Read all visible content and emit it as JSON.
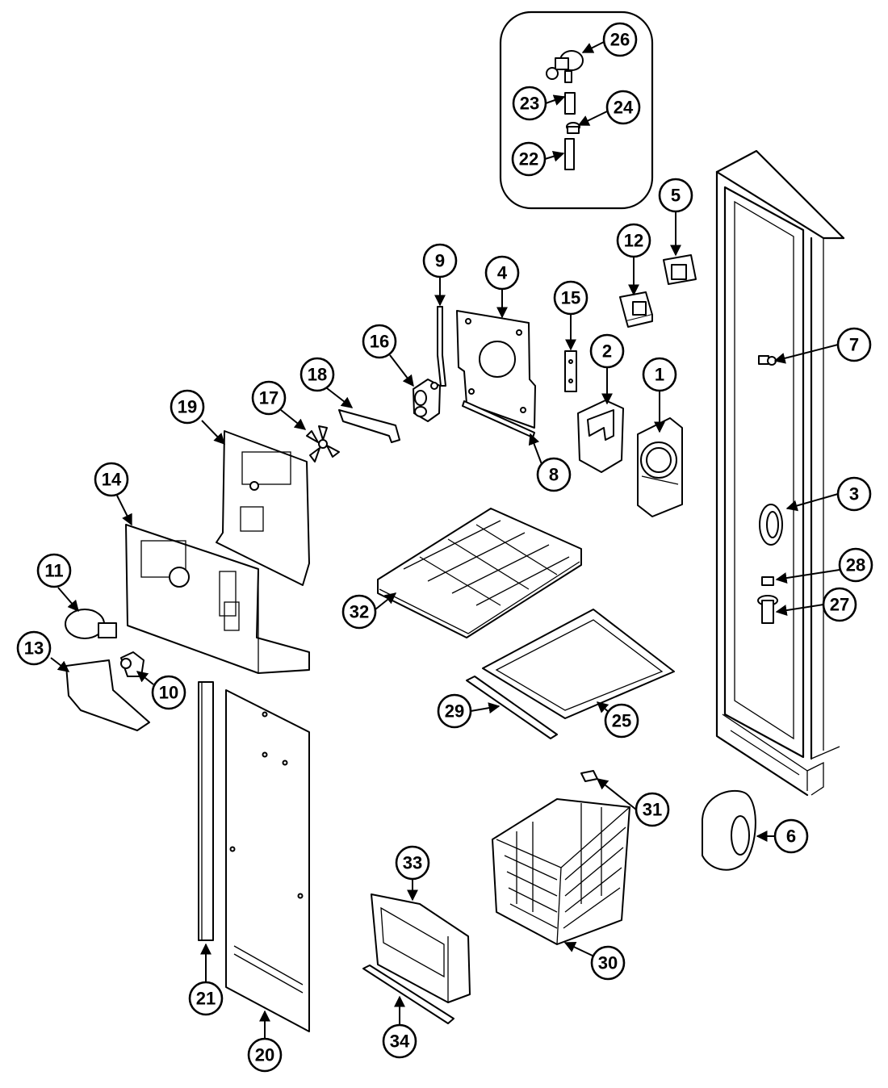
{
  "labels": [
    "1",
    "2",
    "3",
    "4",
    "5",
    "6",
    "7",
    "8",
    "9",
    "10",
    "11",
    "12",
    "13",
    "14",
    "15",
    "16",
    "17",
    "18",
    "19",
    "20",
    "21",
    "22",
    "23",
    "24",
    "25",
    "26",
    "27",
    "28",
    "29",
    "30",
    "31",
    "32",
    "33",
    "34"
  ]
}
